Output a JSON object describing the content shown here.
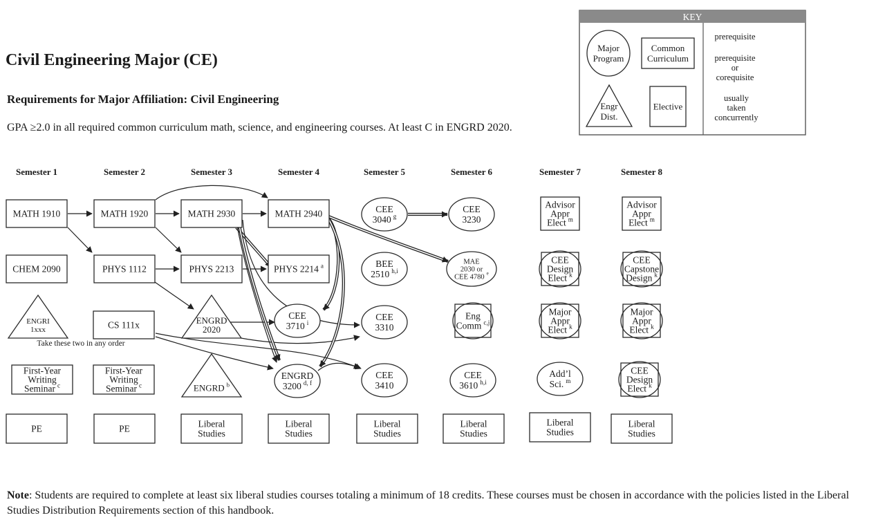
{
  "title": "Civil Engineering Major (CE)",
  "subtitle": "Requirements for Major Affiliation:  Civil Engineering",
  "gpa_text": "GPA ≥2.0 in all required common curriculum math, science, and engineering courses. At least C in ENGRD 2020.",
  "note": {
    "label": "Note",
    "text": ": Students are required to complete at least six liberal studies courses totaling a minimum of 18 credits.  These courses must be chosen in accordance with the policies listed in the Liberal Studies Distribution Requirements section of this handbook."
  },
  "key": {
    "title": "KEY",
    "shapes": [
      {
        "shape": "ellipse",
        "lines": [
          "Major",
          "Program"
        ]
      },
      {
        "shape": "rect",
        "lines": [
          "Common",
          "Curriculum"
        ]
      },
      {
        "shape": "triangle",
        "lines": [
          "Engr",
          "Dist."
        ]
      },
      {
        "shape": "rect",
        "lines": [
          "Elective"
        ]
      }
    ],
    "arrows": [
      {
        "kind": "single",
        "lines": [
          "prerequisite"
        ]
      },
      {
        "kind": "double",
        "lines": [
          "prerequisite",
          "or",
          "corequisite"
        ]
      },
      {
        "kind": "dashed",
        "lines": [
          "usually",
          "taken",
          "concurrently"
        ]
      }
    ]
  },
  "semesters": [
    "Semester 1",
    "Semester 2",
    "Semester 3",
    "Semester 4",
    "Semester 5",
    "Semester 6",
    "Semester 7",
    "Semester 8"
  ],
  "annotation": "Take these two in any order",
  "courses": {
    "math1910": {
      "lines": [
        "MATH 1910"
      ]
    },
    "math1920": {
      "lines": [
        "MATH 1920"
      ]
    },
    "math2930": {
      "lines": [
        "MATH 2930"
      ]
    },
    "math2940": {
      "lines": [
        "MATH 2940"
      ]
    },
    "cee3040": {
      "lines": [
        "CEE",
        "3040"
      ],
      "sup": "g"
    },
    "cee3230": {
      "lines": [
        "CEE",
        "3230"
      ]
    },
    "advisor7": {
      "lines": [
        "Advisor",
        "Appr",
        "Elect"
      ],
      "sup": "m"
    },
    "advisor8": {
      "lines": [
        "Advisor",
        "Appr",
        "Elect"
      ],
      "sup": "m"
    },
    "chem2090": {
      "lines": [
        "CHEM 2090"
      ]
    },
    "phys1112": {
      "lines": [
        "PHYS 1112"
      ]
    },
    "phys2213": {
      "lines": [
        "PHYS 2213"
      ]
    },
    "phys2214": {
      "lines": [
        "PHYS 2214"
      ],
      "sup": "a"
    },
    "bee2510": {
      "lines": [
        "BEE",
        "2510"
      ],
      "sup": "h,i"
    },
    "mae2030": {
      "lines": [
        "MAE",
        "2030  or",
        "CEE 4780"
      ],
      "sup": "e"
    },
    "ceedesign7": {
      "lines": [
        "CEE",
        "Design",
        "Elect"
      ],
      "sup": "k"
    },
    "ceecapstone": {
      "lines": [
        "CEE",
        "Capstone",
        "Design"
      ],
      "sup": "k"
    },
    "engri": {
      "lines": [
        "ENGRI",
        "1xxx"
      ]
    },
    "cs111x": {
      "lines": [
        "CS 111x"
      ]
    },
    "engrd2020": {
      "lines": [
        "ENGRD",
        "2020"
      ]
    },
    "cee3710": {
      "lines": [
        "CEE",
        "3710"
      ],
      "sup": "i"
    },
    "cee3310": {
      "lines": [
        "CEE",
        "3310"
      ]
    },
    "engcomm": {
      "lines": [
        "Eng",
        "Comm"
      ],
      "sup": "c,j"
    },
    "majorappr7": {
      "lines": [
        "Major",
        "Appr",
        "Elect"
      ],
      "sup": "k"
    },
    "majorappr8": {
      "lines": [
        "Major",
        "Appr",
        "Elect"
      ],
      "sup": "k"
    },
    "fyws1": {
      "lines": [
        "First-Year",
        "Writing",
        "Seminar"
      ],
      "sup": "c"
    },
    "fyws2": {
      "lines": [
        "First-Year",
        "Writing",
        "Seminar"
      ],
      "sup": "c"
    },
    "engrd_b": {
      "lines": [
        "ENGRD"
      ],
      "sup": "b"
    },
    "engrd3200": {
      "lines": [
        "ENGRD",
        "3200"
      ],
      "sup": "d, f"
    },
    "cee3410": {
      "lines": [
        "CEE",
        "3410"
      ]
    },
    "cee3610": {
      "lines": [
        "CEE",
        "3610"
      ],
      "sup": "h,i"
    },
    "addlsci": {
      "lines": [
        "Add’l",
        "Sci."
      ],
      "sup": "m"
    },
    "ceedesign8": {
      "lines": [
        "CEE",
        "Design",
        "Elect"
      ],
      "sup": "k"
    },
    "pe1": {
      "lines": [
        "PE"
      ]
    },
    "pe2": {
      "lines": [
        "PE"
      ]
    },
    "lib3": {
      "lines": [
        "Liberal",
        "Studies"
      ]
    },
    "lib4": {
      "lines": [
        "Liberal",
        "Studies"
      ]
    },
    "lib5": {
      "lines": [
        "Liberal",
        "Studies"
      ]
    },
    "lib6": {
      "lines": [
        "Liberal",
        "Studies"
      ]
    },
    "lib7": {
      "lines": [
        "Liberal",
        "Studies"
      ]
    },
    "lib8": {
      "lines": [
        "Liberal",
        "Studies"
      ]
    }
  }
}
